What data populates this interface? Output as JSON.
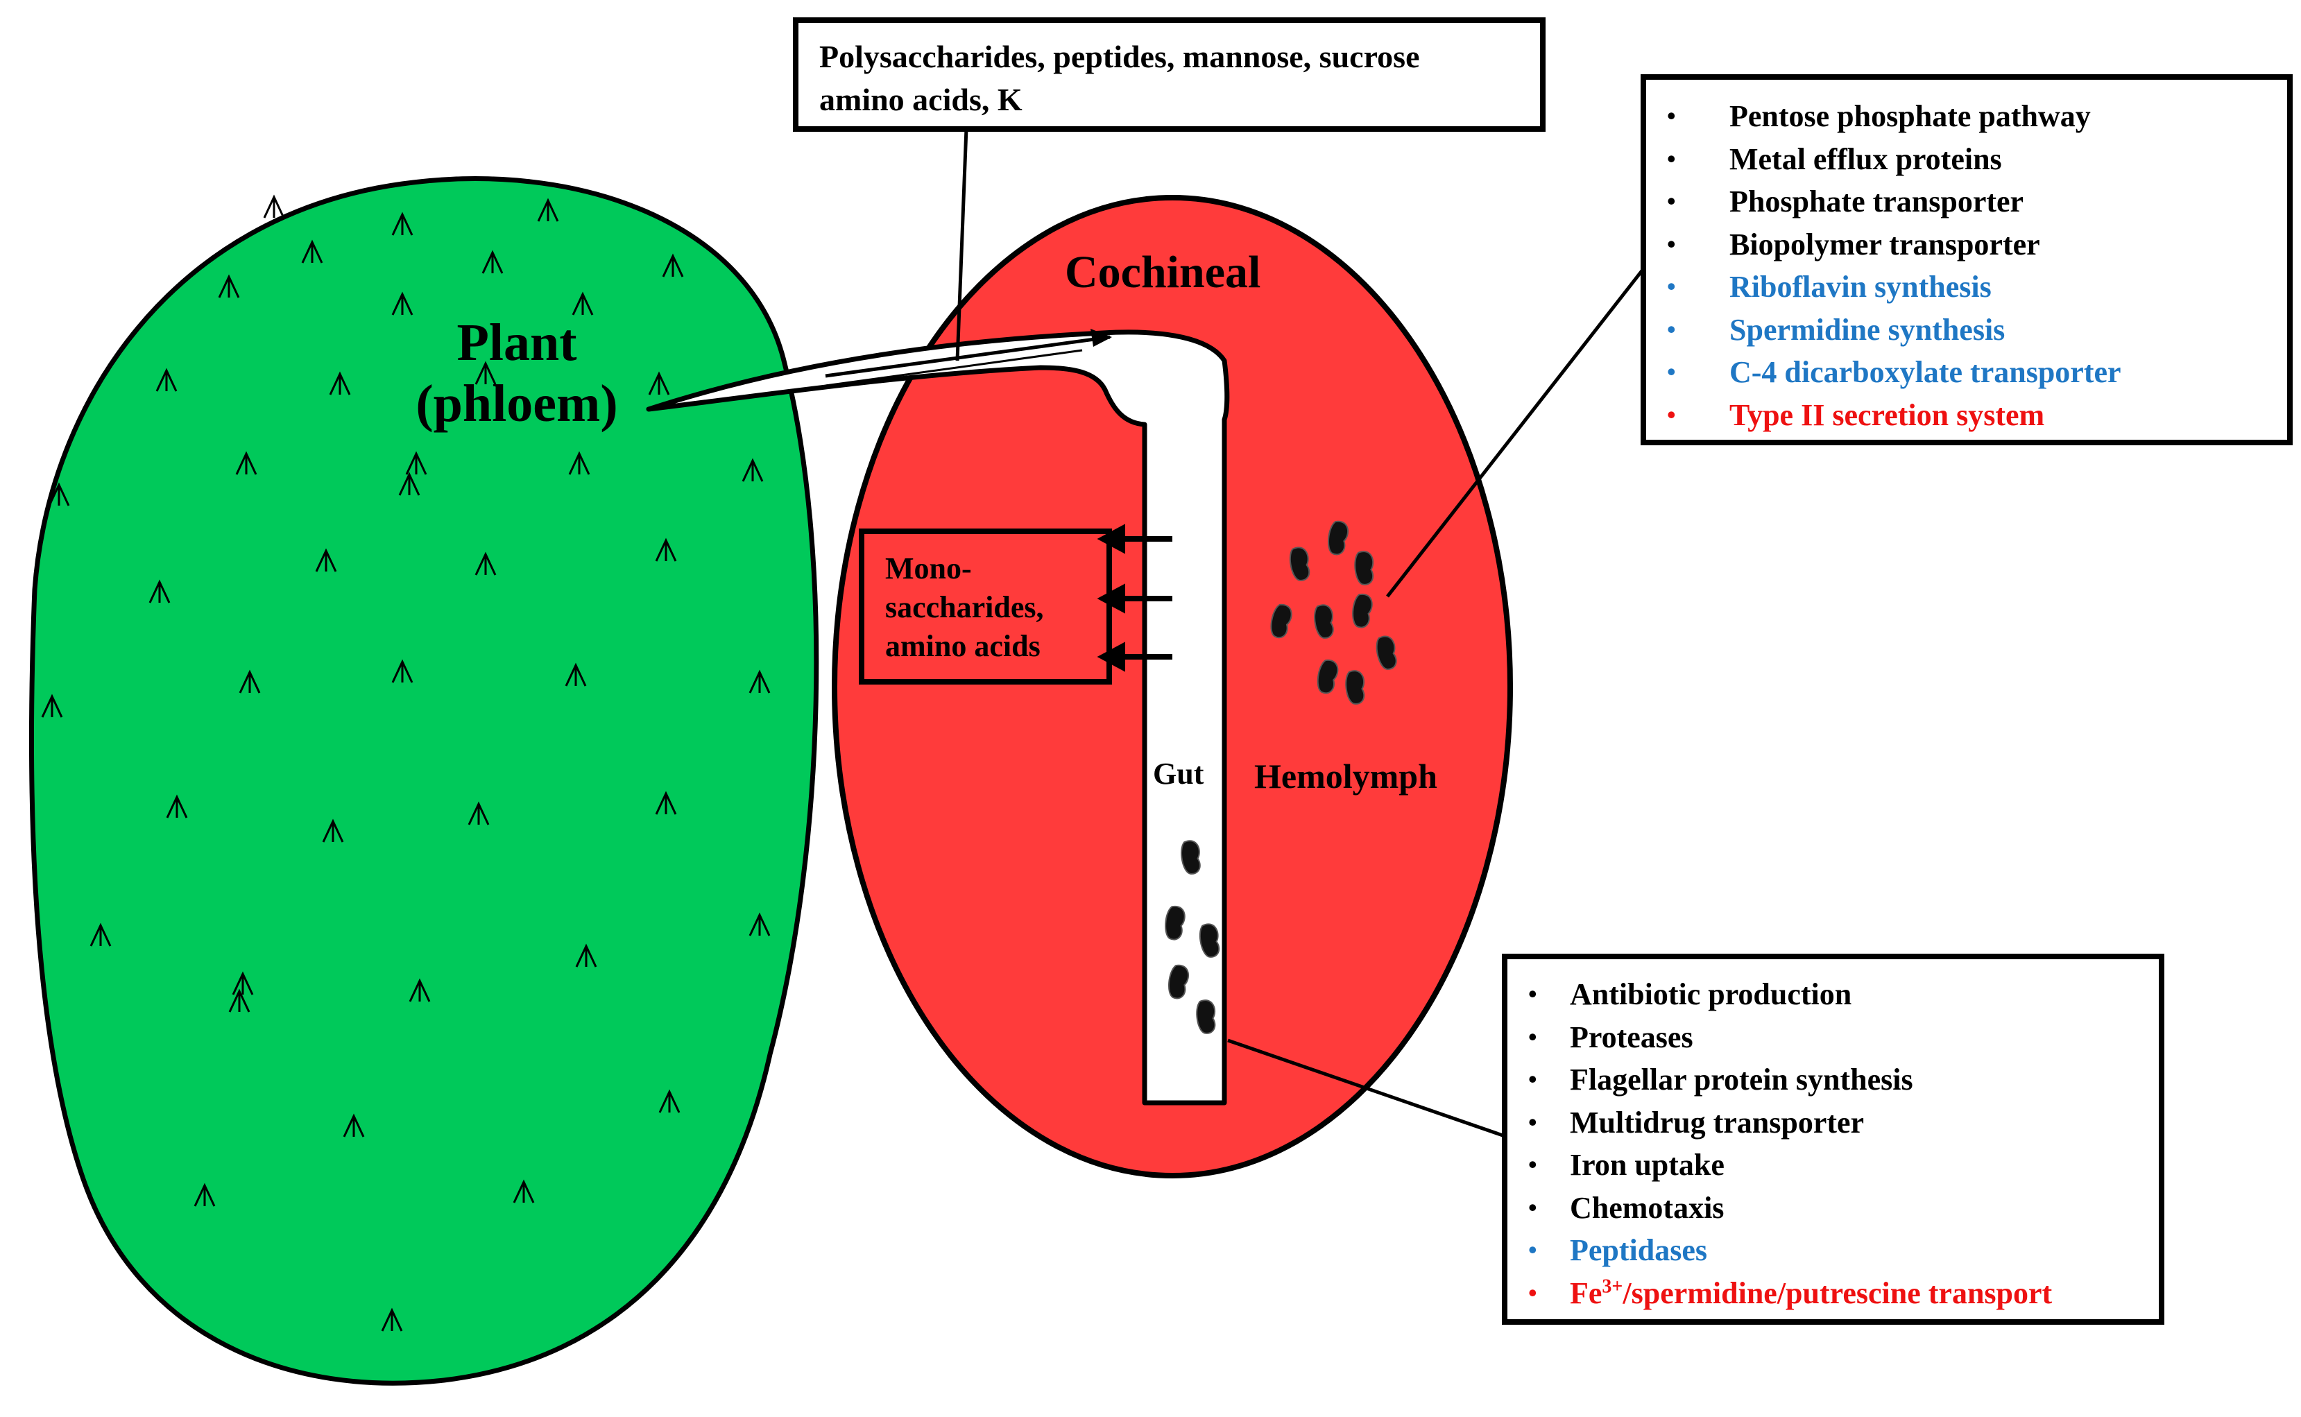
{
  "plant": {
    "line1": "Plant",
    "line2": "(phloem)"
  },
  "cochineal": {
    "title": "Cochineal",
    "gut": "Gut",
    "hemolymph": "Hemolymph"
  },
  "plant_compounds_box": {
    "line1": "Polysaccharides, peptides, mannose, sucrose",
    "line2": "amino acids, K"
  },
  "absorbed_box": {
    "line1": "Mono-",
    "line2": "saccharides,",
    "line3": "amino acids"
  },
  "hemolymph_functions": [
    {
      "text": "Pentose phosphate pathway",
      "color": "#000000"
    },
    {
      "text": "Metal efflux proteins",
      "color": "#000000"
    },
    {
      "text": "Phosphate transporter",
      "color": "#000000"
    },
    {
      "text": "Biopolymer transporter",
      "color": "#000000"
    },
    {
      "text": "Riboflavin synthesis",
      "color": "#1f77c4"
    },
    {
      "text": "Spermidine synthesis",
      "color": "#1f77c4"
    },
    {
      "text": "C-4 dicarboxylate transporter",
      "color": "#1f77c4"
    },
    {
      "text": "Type II secretion system",
      "color": "#ee1111"
    }
  ],
  "gut_functions": [
    {
      "text": "Antibiotic production",
      "color": "#000000"
    },
    {
      "text": "Proteases",
      "color": "#000000"
    },
    {
      "text": "Flagellar protein synthesis",
      "color": "#000000"
    },
    {
      "text": "Multidrug transporter",
      "color": "#000000"
    },
    {
      "text": "Iron uptake",
      "color": "#000000"
    },
    {
      "text": "Chemotaxis",
      "color": "#000000"
    },
    {
      "text": "Peptidases",
      "color": "#1f77c4"
    }
  ],
  "gut_function_last": {
    "prefix": "Fe",
    "superscript": "3+",
    "suffix": "/spermidine/putrescine transport",
    "color": "#ee1111"
  },
  "colors": {
    "plant_green": "#00c95a",
    "cochineal_red": "#ff3b3b",
    "blue_text": "#1f77c4",
    "red_text": "#ee1111"
  }
}
